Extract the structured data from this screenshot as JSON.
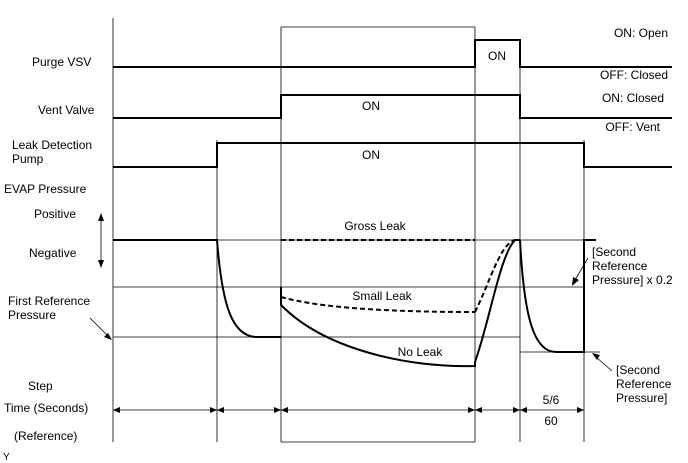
{
  "rows": {
    "purge_vsv": "Purge VSV",
    "vent_valve": "Vent Valve",
    "leak_detection_pump_line1": "Leak Detection",
    "leak_detection_pump_line2": "Pump",
    "evap_pressure": "EVAP Pressure",
    "positive": "Positive",
    "negative": "Negative",
    "first_reference_line1": "First Reference",
    "first_reference_line2": "Pressure",
    "step": "Step",
    "time_seconds": "Time (Seconds)",
    "reference": "(Reference)"
  },
  "states": {
    "purge_on_open": "ON: Open",
    "purge_off_closed": "OFF: Closed",
    "vent_on_closed": "ON: Closed",
    "vent_off_vent": "OFF: Vent",
    "on": "ON"
  },
  "curves": {
    "gross_leak": "Gross Leak",
    "small_leak": "Small Leak",
    "no_leak": "No Leak"
  },
  "notes": {
    "second_ref_x02_line1": "[Second",
    "second_ref_x02_line2": "Reference",
    "second_ref_x02_line3": "Pressure] x 0.2",
    "second_ref_line1": "[Second",
    "second_ref_line2": "Reference",
    "second_ref_line3": "Pressure]"
  },
  "timing": {
    "step": "5/6",
    "seconds": "60"
  },
  "corner_mark": "Y"
}
